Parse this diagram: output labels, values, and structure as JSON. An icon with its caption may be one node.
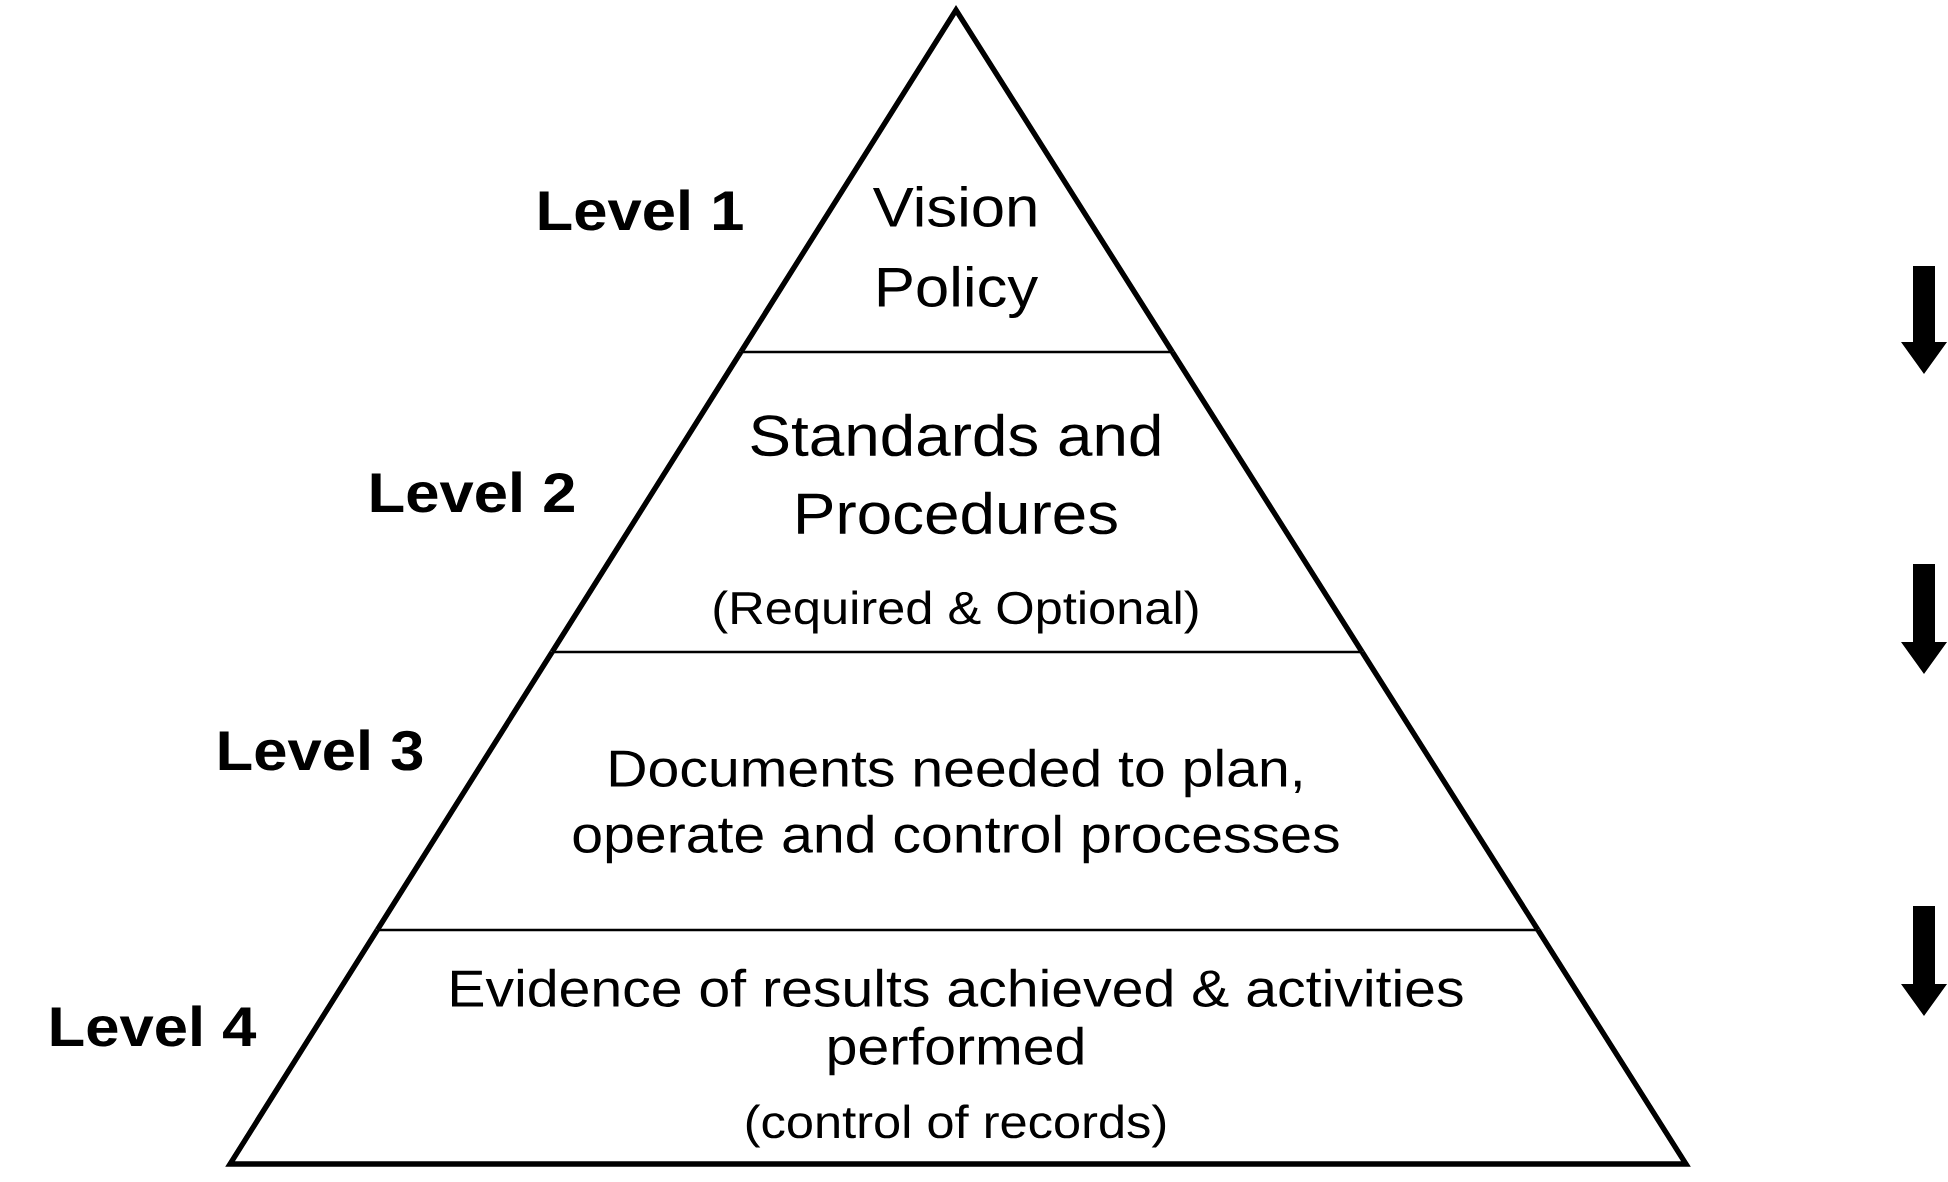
{
  "diagram": {
    "nodes": [
      {
        "text": [
          "Vision Policy"
        ],
        "beside": [
          "Level 1"
        ]
      },
      {
        "text": [
          "Standards and Procedures",
          "(Required & Optional)"
        ],
        "beside": [
          "Level 2"
        ]
      },
      {
        "text": [
          "Documents needed to plan, operate and control processes"
        ],
        "beside": [
          "Level 3"
        ]
      },
      {
        "text": [
          "Evidence of results achieved & activities performed",
          "(control of records)"
        ],
        "beside": [
          "Level 4"
        ]
      }
    ]
  }
}
